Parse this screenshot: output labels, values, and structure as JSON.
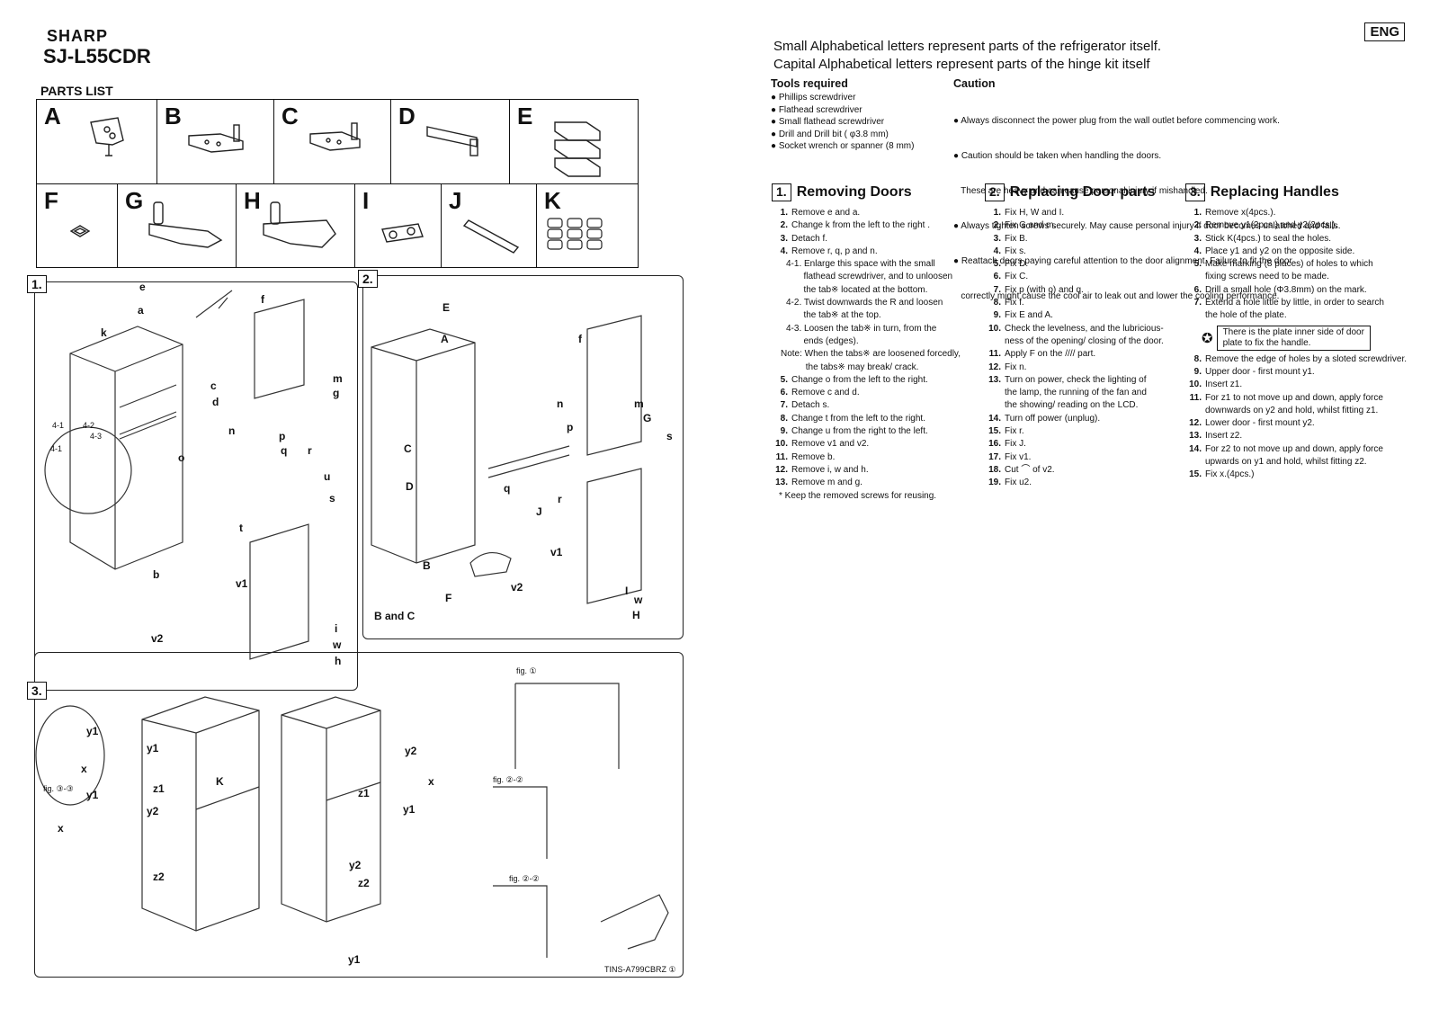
{
  "header": {
    "brand": "SHARP",
    "model": "SJ-L55CDR",
    "lang_badge": "ENG",
    "intro_line1": "Small Alphabetical letters represent parts of the refrigerator itself.",
    "intro_line2": "Capital Alphabetical letters represent parts of the hinge kit itself"
  },
  "parts_list": {
    "title": "PARTS LIST",
    "row1": [
      "A",
      "B",
      "C",
      "D",
      "E"
    ],
    "row2": [
      "F",
      "G",
      "H",
      "I",
      "J",
      "K"
    ]
  },
  "tools": {
    "title": "Tools required",
    "items": [
      "Phillips screwdriver",
      "Flathead screwdriver",
      "Small flathead screwdriver",
      "Drill and Drill bit ( φ3.8 mm)",
      "Socket wrench or spanner (8 mm)"
    ]
  },
  "caution": {
    "title": "Caution",
    "lines": [
      "● Always disconnect the power plug from the wall outlet before commencing work.",
      "● Caution should be taken when handling the doors.",
      "   These are heavy and can cause personal injury if mishandled.",
      "● Always tighten screws securely. May cause personal injury if door becomes unlatched and falls.",
      "● Reattach doors paying careful attention to the door alignment. Failure to fit the door",
      "   correctly might cause the cool air to leak out and lower the cooling performance."
    ]
  },
  "section1": {
    "num": "1.",
    "title": "Removing Doors",
    "steps": [
      {
        "n": "1.",
        "t": "Remove e and a."
      },
      {
        "n": "2.",
        "t": "Change k from the left to the right ."
      },
      {
        "n": "3.",
        "t": "Detach f."
      },
      {
        "n": "4.",
        "t": "Remove r, q, p and n."
      },
      {
        "n": "",
        "t": "4-1. Enlarge this space with the small"
      },
      {
        "n": "",
        "t": "       flathead screwdriver, and to unloosen"
      },
      {
        "n": "",
        "t": "       the tab※ located at the bottom."
      },
      {
        "n": "",
        "t": "4-2. Twist downwards the R and loosen"
      },
      {
        "n": "",
        "t": "       the tab※ at the top."
      },
      {
        "n": "",
        "t": "4-3. Loosen the tab※ in turn, from the"
      },
      {
        "n": "",
        "t": "       ends (edges)."
      },
      {
        "n": "",
        "t": "Note: When the tabs※ are loosened forcedly,"
      },
      {
        "n": "",
        "t": "          the tabs※ may break/ crack."
      },
      {
        "n": "5.",
        "t": "Change o from the left to the right."
      },
      {
        "n": "6.",
        "t": "Remove c and d."
      },
      {
        "n": "7.",
        "t": "Detach s."
      },
      {
        "n": "8.",
        "t": "Change t from the left to the right."
      },
      {
        "n": "9.",
        "t": "Change u from the right to the left."
      },
      {
        "n": "10.",
        "t": "Remove v1 and v2."
      },
      {
        "n": "11.",
        "t": "Remove b."
      },
      {
        "n": "12.",
        "t": "Remove i, w and h."
      },
      {
        "n": "13.",
        "t": "Remove m and g."
      },
      {
        "n": "",
        "t": "* Keep the removed screws for reusing."
      }
    ]
  },
  "section2": {
    "num": "2.",
    "title": "Replacing Door parts",
    "steps": [
      {
        "n": "1.",
        "t": "Fix H, W and I."
      },
      {
        "n": "2.",
        "t": "Fix G and m."
      },
      {
        "n": "3.",
        "t": "Fix B."
      },
      {
        "n": "4.",
        "t": "Fix s."
      },
      {
        "n": "5.",
        "t": "Fix D."
      },
      {
        "n": "6.",
        "t": "Fix C."
      },
      {
        "n": "7.",
        "t": "Fix p (with o) and q."
      },
      {
        "n": "8.",
        "t": "Fix f."
      },
      {
        "n": "9.",
        "t": "Fix E and A."
      },
      {
        "n": "10.",
        "t": "Check the levelness, and the lubricious-"
      },
      {
        "n": "",
        "t": "ness of the opening/ closing of the door."
      },
      {
        "n": "11.",
        "t": "Apply F on the //// part."
      },
      {
        "n": "12.",
        "t": "Fix n."
      },
      {
        "n": "13.",
        "t": "Turn on power, check the lighting of"
      },
      {
        "n": "",
        "t": "the lamp, the running of the fan and"
      },
      {
        "n": "",
        "t": "the showing/ reading on the LCD."
      },
      {
        "n": "14.",
        "t": "Turn off power (unplug)."
      },
      {
        "n": "15.",
        "t": "Fix r."
      },
      {
        "n": "16.",
        "t": "Fix J."
      },
      {
        "n": "17.",
        "t": "Fix v1."
      },
      {
        "n": "18.",
        "t": "Cut ⌒ of v2."
      },
      {
        "n": "19.",
        "t": "Fix u2."
      }
    ]
  },
  "section3": {
    "num": "3.",
    "title": "Replacing Handles",
    "steps": [
      {
        "n": "1.",
        "t": "Remove x(4pcs.)."
      },
      {
        "n": "2.",
        "t": "Remove y1(2pcs.) and y2(2pcs.)."
      },
      {
        "n": "3.",
        "t": "Stick K(4pcs.) to seal the holes."
      },
      {
        "n": "4.",
        "t": "Place  y1 and y2 on the opposite side."
      },
      {
        "n": "5.",
        "t": "Make marking (8 places) of holes to which"
      },
      {
        "n": "",
        "t": "fixing screws need to be made."
      },
      {
        "n": "6.",
        "t": "Drill a small hole (Φ3.8mm) on the mark."
      },
      {
        "n": "7.",
        "t": "Extend a hole little by little, in order to search"
      },
      {
        "n": "",
        "t": "the hole of the plate."
      }
    ],
    "note_line1": "There is the plate inner side of door",
    "note_line2": "plate to fix the handle.",
    "steps2": [
      {
        "n": "8.",
        "t": "Remove the edge of holes by a sloted screwdriver."
      },
      {
        "n": "9.",
        "t": "Upper door - first mount y1."
      },
      {
        "n": "10.",
        "t": "Insert z1."
      },
      {
        "n": "11.",
        "t": "For z1 to not move up and down, apply force"
      },
      {
        "n": "",
        "t": "downwards on y2 and hold, whilst fitting z1."
      },
      {
        "n": "12.",
        "t": "Lower door - first mount y2."
      },
      {
        "n": "13.",
        "t": "Insert z2."
      },
      {
        "n": "14.",
        "t": "For z2 to not move up and down, apply force"
      },
      {
        "n": "",
        "t": "upwards on y1 and hold, whilst fitting z2."
      },
      {
        "n": "15.",
        "t": "Fix x.(4pcs.)"
      }
    ]
  },
  "diagram1": {
    "label": "1.",
    "tags": [
      "e",
      "a",
      "k",
      "f",
      "c",
      "d",
      "n",
      "p",
      "q",
      "r",
      "o",
      "u",
      "s",
      "t",
      "b",
      "v1",
      "v2",
      "i",
      "w",
      "h",
      "m",
      "g",
      "4-1",
      "4-2",
      "4-3",
      "4-1"
    ]
  },
  "diagram2": {
    "label": "2.",
    "tags": [
      "E",
      "A",
      "f",
      "n",
      "m",
      "G",
      "p",
      "s",
      "C",
      "D",
      "q",
      "r",
      "J",
      "v1",
      "B",
      "v2",
      "F",
      "B and C",
      "I",
      "w",
      "H"
    ]
  },
  "diagram3": {
    "label": "3.",
    "tags": [
      "y1",
      "x",
      "y1",
      "x",
      "y1",
      "z1",
      "y2",
      "z2",
      "K",
      "y2",
      "z1",
      "y1",
      "x",
      "y2",
      "z2",
      "y1"
    ],
    "fig1": "fig. ①",
    "fig22a": "fig. ②-②",
    "fig22b": "fig. ②-②",
    "fig33": "fig. ③-③",
    "footer_code": "TINS-A799CBRZ ①"
  }
}
